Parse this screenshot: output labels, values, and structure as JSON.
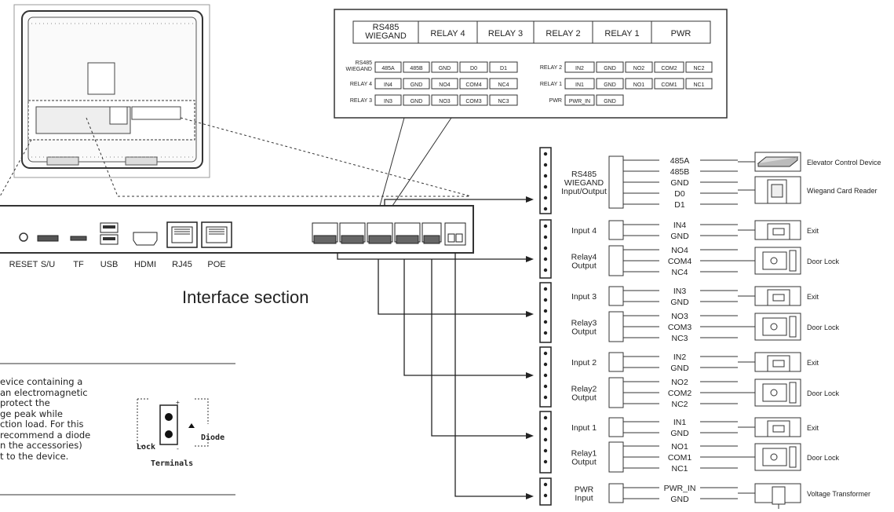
{
  "top_table": {
    "headers": [
      "RS485\nWIEGAND",
      "RELAY 4",
      "RELAY 3",
      "RELAY 2",
      "RELAY 1",
      "PWR"
    ],
    "rows_left": [
      {
        "label": "RS485\nWIEGAND",
        "cells": [
          "485A",
          "485B",
          "GND",
          "D0",
          "D1"
        ]
      },
      {
        "label": "RELAY 4",
        "cells": [
          "IN4",
          "GND",
          "NO4",
          "COM4",
          "NC4"
        ]
      },
      {
        "label": "RELAY 3",
        "cells": [
          "IN3",
          "GND",
          "NO3",
          "COM3",
          "NC3"
        ]
      }
    ],
    "rows_right": [
      {
        "label": "RELAY 2",
        "cells": [
          "IN2",
          "GND",
          "NO2",
          "COM2",
          "NC2"
        ]
      },
      {
        "label": "RELAY 1",
        "cells": [
          "IN1",
          "GND",
          "NO1",
          "COM1",
          "NC1"
        ]
      },
      {
        "label": "PWR",
        "cells": [
          "PWR_IN",
          "GND"
        ]
      }
    ]
  },
  "interface": {
    "port_labels": [
      "RESET",
      "S/U",
      "TF",
      "USB",
      "HDMI",
      "RJ45",
      "POE"
    ],
    "title": "Interface section"
  },
  "groups": [
    {
      "label": [
        "RS485",
        "WIEGAND",
        "Input/Output"
      ],
      "pins": [
        "485A",
        "485B",
        "GND",
        "D0",
        "D1"
      ],
      "devices": [
        {
          "label": "Elevator Control Device",
          "icon": "elevator-controller-icon"
        },
        {
          "label": "Wiegand Card Reader",
          "icon": "card-reader-icon"
        }
      ]
    },
    {
      "label": [
        "Input 4"
      ],
      "pins": [
        "IN4",
        "GND"
      ],
      "devices": [
        {
          "label": "Exit",
          "icon": "exit-button-icon"
        }
      ]
    },
    {
      "label": [
        "Relay4",
        "Output"
      ],
      "pins": [
        "NO4",
        "COM4",
        "NC4"
      ],
      "devices": [
        {
          "label": "Door Lock",
          "icon": "door-lock-icon"
        }
      ]
    },
    {
      "label": [
        "Input 3"
      ],
      "pins": [
        "IN3",
        "GND"
      ],
      "devices": [
        {
          "label": "Exit",
          "icon": "exit-button-icon"
        }
      ]
    },
    {
      "label": [
        "Relay3",
        "Output"
      ],
      "pins": [
        "NO3",
        "COM3",
        "NC3"
      ],
      "devices": [
        {
          "label": "Door Lock",
          "icon": "door-lock-icon"
        }
      ]
    },
    {
      "label": [
        "Input 2"
      ],
      "pins": [
        "IN2",
        "GND"
      ],
      "devices": [
        {
          "label": "Exit",
          "icon": "exit-button-icon"
        }
      ]
    },
    {
      "label": [
        "Relay2",
        "Output"
      ],
      "pins": [
        "NO2",
        "COM2",
        "NC2"
      ],
      "devices": [
        {
          "label": "Door Lock",
          "icon": "door-lock-icon"
        }
      ]
    },
    {
      "label": [
        "Input 1"
      ],
      "pins": [
        "IN1",
        "GND"
      ],
      "devices": [
        {
          "label": "Exit",
          "icon": "exit-button-icon"
        }
      ]
    },
    {
      "label": [
        "Relay1",
        "Output"
      ],
      "pins": [
        "NO1",
        "COM1",
        "NC1"
      ],
      "devices": [
        {
          "label": "Door Lock",
          "icon": "door-lock-icon"
        }
      ]
    },
    {
      "label": [
        "PWR",
        "Input"
      ],
      "pins": [
        "PWR_IN",
        "GND"
      ],
      "devices": [
        {
          "label": "Voltage Transformer",
          "icon": "transformer-icon"
        }
      ]
    }
  ],
  "note": {
    "lines": [
      "evice containing a",
      "an electromagnetic",
      "protect the",
      "ge peak while",
      "ction load. For this",
      "recommend a diode",
      "n the accessories)",
      "t to the device."
    ],
    "lock_label": "Lock",
    "diode_label": "Diode",
    "terminals_label": "Terminals"
  }
}
